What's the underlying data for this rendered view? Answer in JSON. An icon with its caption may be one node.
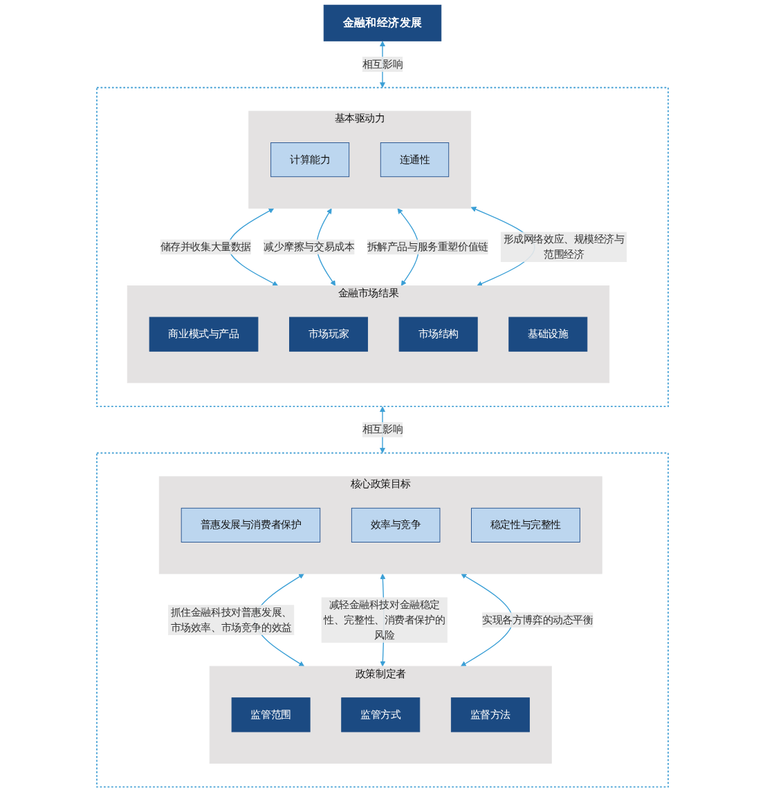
{
  "diagram": {
    "nodes": [
      {
        "text": [
          "金融和经济发展"
        ]
      },
      {
        "text": [],
        "shape": "box"
      },
      {
        "text": [
          "基本驱动力"
        ],
        "in": 1
      },
      {
        "text": [
          "计算能力"
        ],
        "in": 2
      },
      {
        "text": [
          "连通性"
        ],
        "in": 2
      },
      {
        "text": [
          "金融市场结果"
        ],
        "in": 1
      },
      {
        "text": [
          "商业模式与产品"
        ],
        "in": 5
      },
      {
        "text": [
          "市场玩家"
        ],
        "in": 5
      },
      {
        "text": [
          "市场结构"
        ],
        "in": 5
      },
      {
        "text": [
          "基础设施"
        ],
        "in": 5
      },
      {
        "text": [],
        "shape": "box"
      },
      {
        "text": [
          "核心政策目标"
        ],
        "in": 10
      },
      {
        "text": [
          "普惠发展与消费者保护"
        ],
        "in": 11
      },
      {
        "text": [
          "效率与竞争"
        ],
        "in": 11
      },
      {
        "text": [
          "稳定性与完整性"
        ],
        "in": 11
      },
      {
        "text": [
          "政策制定者"
        ],
        "in": 10
      },
      {
        "text": [
          "监管范围"
        ],
        "in": 15
      },
      {
        "text": [
          "监管方式"
        ],
        "in": 15
      },
      {
        "text": [
          "监督方法"
        ],
        "in": 15
      }
    ],
    "edges": [
      {
        "from": 0,
        "to": 1,
        "arrow": "both",
        "label": "相互影响"
      },
      {
        "from": 2,
        "to": 5,
        "arrow": "both",
        "label": "储存并收集大量数据"
      },
      {
        "from": 2,
        "to": 5,
        "arrow": "both",
        "label": "减少摩擦与交易成本"
      },
      {
        "from": 2,
        "to": 5,
        "arrow": "both",
        "label": "拆解产品与服务重塑价值链"
      },
      {
        "from": 2,
        "to": 5,
        "arrow": "both",
        "label": "形成网络效应、规模经济与范围经济"
      },
      {
        "from": 1,
        "to": 10,
        "arrow": "both",
        "label": "相互影响"
      },
      {
        "from": 11,
        "to": 15,
        "arrow": "both",
        "label": "抓住金融科技对普惠发展、市场效率、市场竞争的效益"
      },
      {
        "from": 11,
        "to": 15,
        "arrow": "both",
        "label": "减轻金融科技对金融稳定性、完整性、消费者保护的风险"
      },
      {
        "from": 11,
        "to": 15,
        "arrow": "both",
        "label": "实现各方博弈的动态平衡"
      }
    ]
  }
}
